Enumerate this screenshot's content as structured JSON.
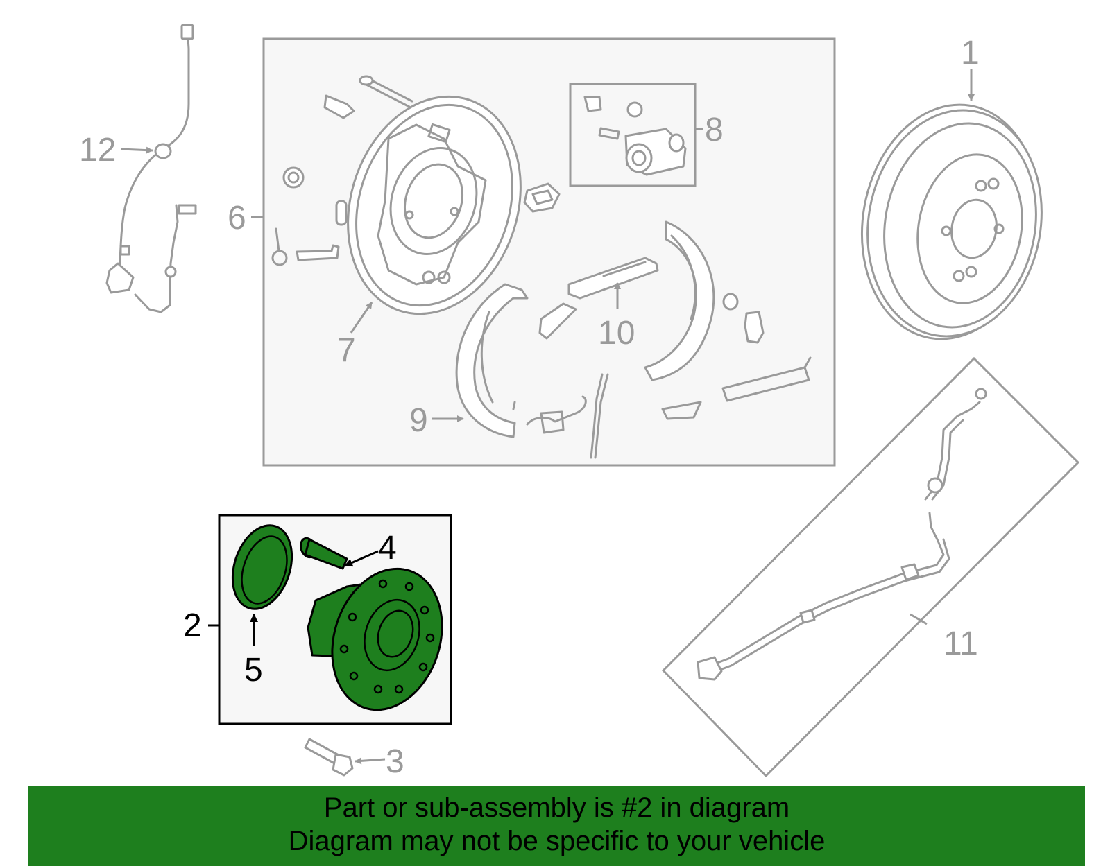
{
  "colors": {
    "banner_bg": "#1e7f1e",
    "highlight_part": "#1e7f1e",
    "line_gray": "#9a9a9a",
    "panel_bg": "#f7f7f7"
  },
  "callouts": {
    "c1": "1",
    "c2": "2",
    "c3": "3",
    "c4": "4",
    "c5": "5",
    "c6": "6",
    "c7": "7",
    "c8": "8",
    "c9": "9",
    "c10": "10",
    "c11": "11",
    "c12": "12"
  },
  "banner": {
    "line1": "Part or sub-assembly is #2 in diagram",
    "line2": "Diagram may not be specific to your vehicle"
  }
}
